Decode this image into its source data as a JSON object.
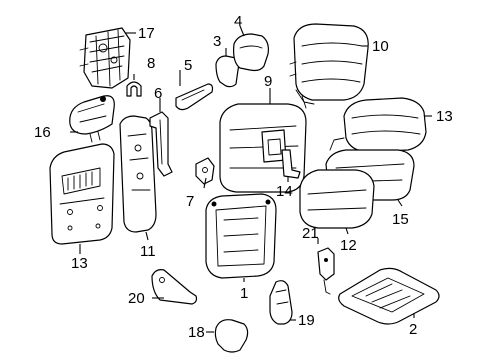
{
  "callouts": {
    "c1": "1",
    "c2": "2",
    "c3": "3",
    "c4": "4",
    "c5": "5",
    "c6": "6",
    "c7": "7",
    "c8": "8",
    "c9": "9",
    "c10": "10",
    "c11": "11",
    "c12": "12",
    "c13a": "13",
    "c13b": "13",
    "c14": "14",
    "c15": "15",
    "c16": "16",
    "c17": "17",
    "c18": "18",
    "c19": "19",
    "c20": "20",
    "c21": "21"
  }
}
